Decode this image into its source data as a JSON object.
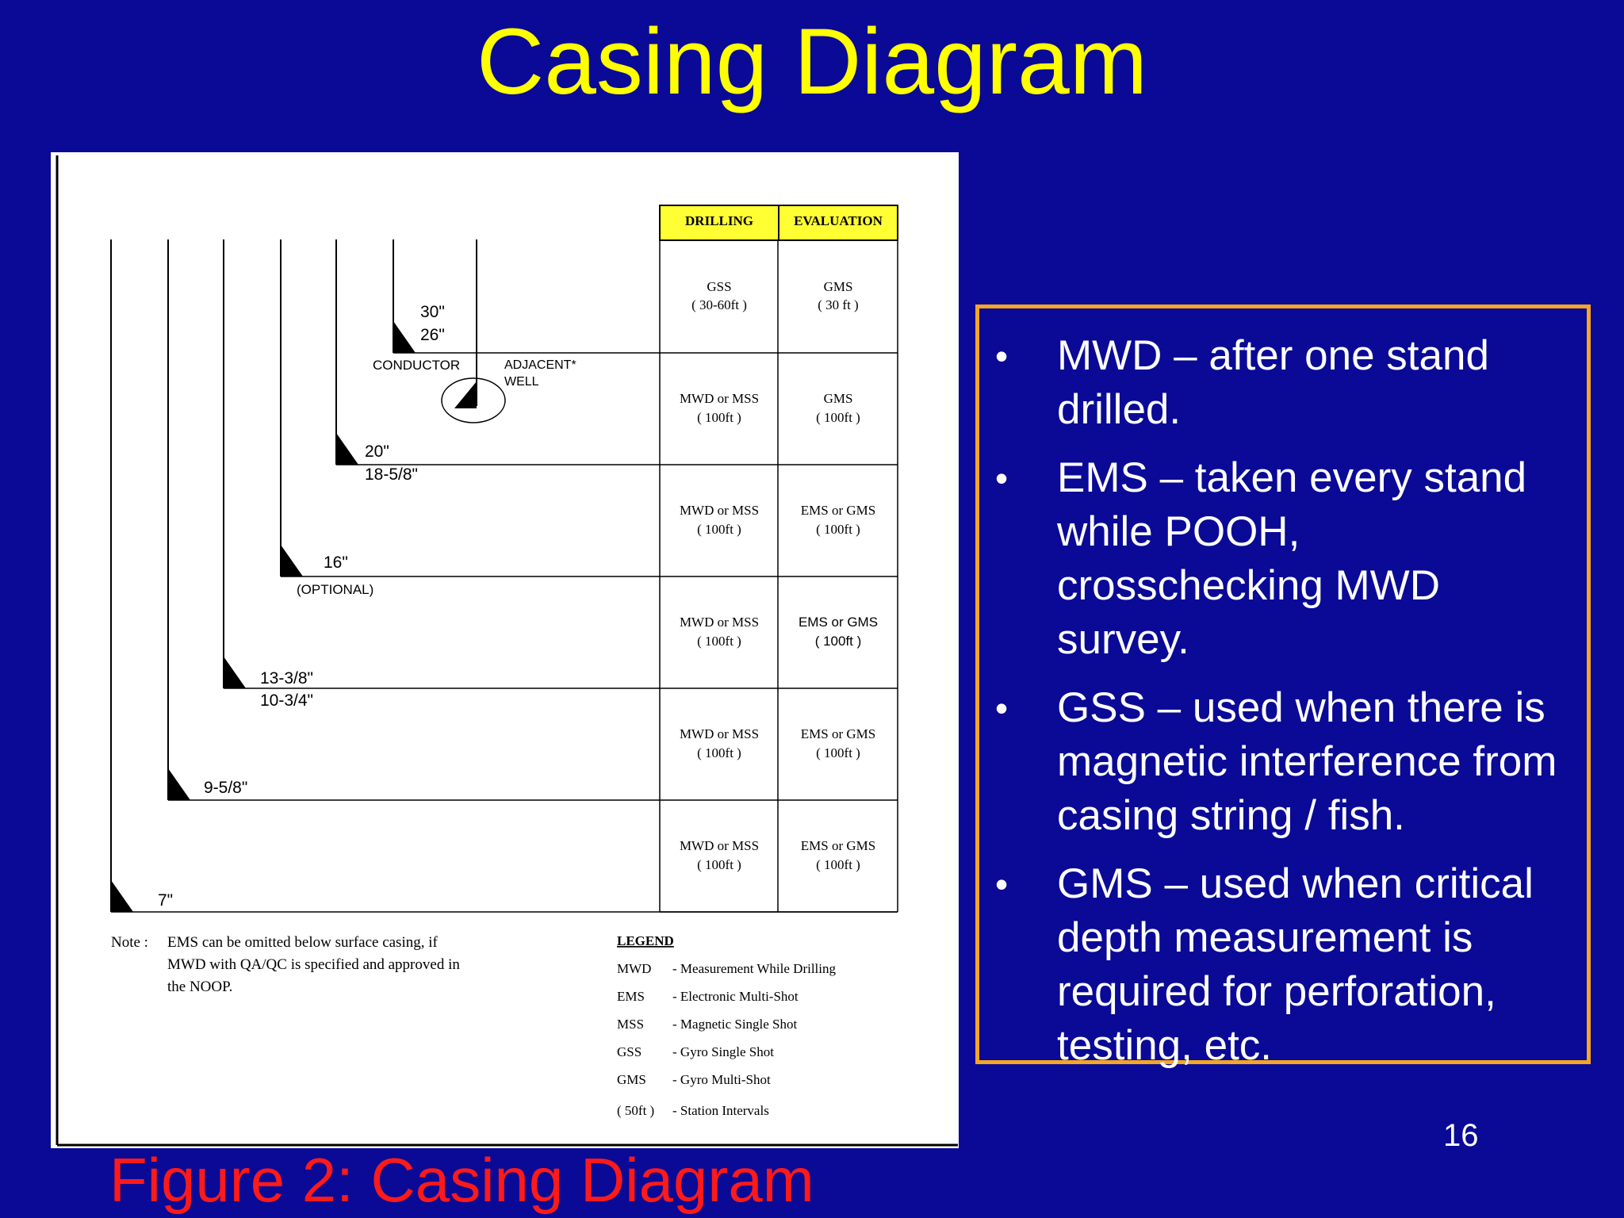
{
  "title": "Casing Diagram",
  "page_number": "16",
  "figure_caption": "Figure 2: Casing Diagram",
  "colors": {
    "background": "#0a0a96",
    "title": "#ffff00",
    "caption": "#ff1a1a",
    "box_border": "#f5a623",
    "table_header": "#ffff33"
  },
  "table": {
    "headers": [
      "DRILLING",
      "EVALUATION"
    ],
    "rows": [
      {
        "drilling": "GSS",
        "drilling_interval": "( 30-60ft )",
        "evaluation": "GMS",
        "evaluation_interval": "( 30 ft )"
      },
      {
        "drilling": "MWD or MSS",
        "drilling_interval": "( 100ft )",
        "evaluation": "GMS",
        "evaluation_interval": "( 100ft )"
      },
      {
        "drilling": "MWD or MSS",
        "drilling_interval": "( 100ft )",
        "evaluation": "EMS or GMS",
        "evaluation_interval": "( 100ft )"
      },
      {
        "drilling": "MWD or MSS",
        "drilling_interval": "( 100ft )",
        "evaluation": "EMS or GMS",
        "evaluation_interval": "( 100ft )"
      },
      {
        "drilling": "MWD or MSS",
        "drilling_interval": "( 100ft )",
        "evaluation": "EMS or GMS",
        "evaluation_interval": "( 100ft )"
      },
      {
        "drilling": "MWD or MSS",
        "drilling_interval": "( 100ft )",
        "evaluation": "EMS or GMS",
        "evaluation_interval": "( 100ft )"
      }
    ]
  },
  "casing_labels": {
    "conductor_30": "30\"",
    "conductor_26": "26\"",
    "conductor": "CONDUCTOR",
    "adjacent_line1": "ADJACENT*",
    "adjacent_line2": "WELL",
    "surface_20": "20\"",
    "surface_18": "18-5/8\"",
    "int_16": "16\"",
    "optional": "(OPTIONAL)",
    "int_13": "13-3/8\"",
    "int_10": "10-3/4\"",
    "prod_9": "9-5/8\"",
    "liner_7": "7\""
  },
  "note": {
    "label": "Note :",
    "line1": "EMS can be omitted below surface casing, if",
    "line2": "MWD with QA/QC is specified and approved in",
    "line3": "the NOOP."
  },
  "legend": {
    "title": "LEGEND",
    "items": [
      {
        "abbr": "MWD",
        "desc": "- Measurement While Drilling"
      },
      {
        "abbr": "EMS",
        "desc": "- Electronic  Multi-Shot"
      },
      {
        "abbr": "MSS",
        "desc": "- Magnetic Single Shot"
      },
      {
        "abbr": "GSS",
        "desc": "- Gyro Single Shot"
      },
      {
        "abbr": "GMS",
        "desc": "- Gyro Multi-Shot"
      },
      {
        "abbr": "( 50ft )",
        "desc": "- Station Intervals"
      }
    ]
  },
  "bullets": [
    "MWD – after one stand drilled.",
    "EMS – taken every stand while POOH, crosschecking MWD survey.",
    "GSS – used when there is magnetic interference from casing string / fish.",
    "GMS – used when critical depth measurement is required for perforation, testing, etc."
  ]
}
